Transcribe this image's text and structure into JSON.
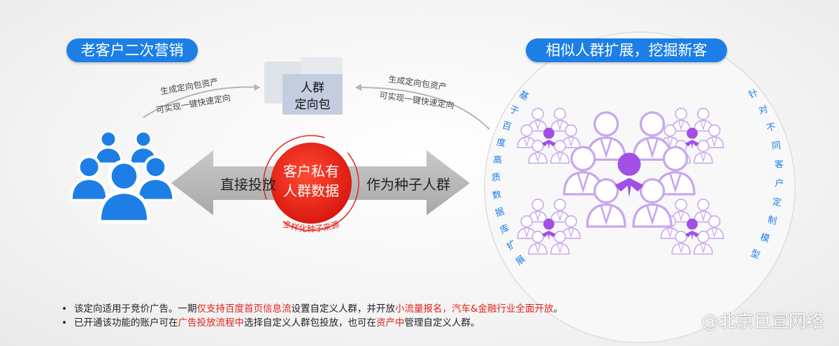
{
  "left_title": "老客户二次营销",
  "right_title": "相似人群扩展，挖掘新客",
  "folder_label": [
    "人群",
    "定向包"
  ],
  "arrow_note_left": [
    "生成定向包资产",
    "可实现一键快速定向"
  ],
  "arrow_note_right": [
    "生成定向包资产",
    "可实现一键快速定向"
  ],
  "center_circle": [
    "客户私有",
    "人群数据"
  ],
  "center_caption": "多样化种子来源",
  "left_arrow_label": "直接投放",
  "right_arrow_label": "作为种子人群",
  "circle_left_text": "基于百度高质数据库扩展",
  "circle_right_text": "针对不同客户定制模型",
  "notes": [
    [
      {
        "t": "该定向适用于竞价广告。一期",
        "red": false
      },
      {
        "t": "仅支持百度首页信息流",
        "red": true
      },
      {
        "t": "设置自定义人群，并开放",
        "red": false
      },
      {
        "t": "小流量报名，汽车&金融行业全面开放",
        "red": true
      },
      {
        "t": "。",
        "red": false
      }
    ],
    [
      {
        "t": "已开通该功能的账户可在",
        "red": false
      },
      {
        "t": "广告投放流程中",
        "red": true
      },
      {
        "t": "选择自定义人群包投放，也可在",
        "red": false
      },
      {
        "t": "资产中",
        "red": true
      },
      {
        "t": "管理自定义人群。",
        "red": false
      }
    ]
  ],
  "watermark": "@北京巨宣网络",
  "colors": {
    "blue": "#1d7fe6",
    "red": "#e8231a",
    "purple": "#a24fe6",
    "lilac": "#c7a8ec"
  }
}
